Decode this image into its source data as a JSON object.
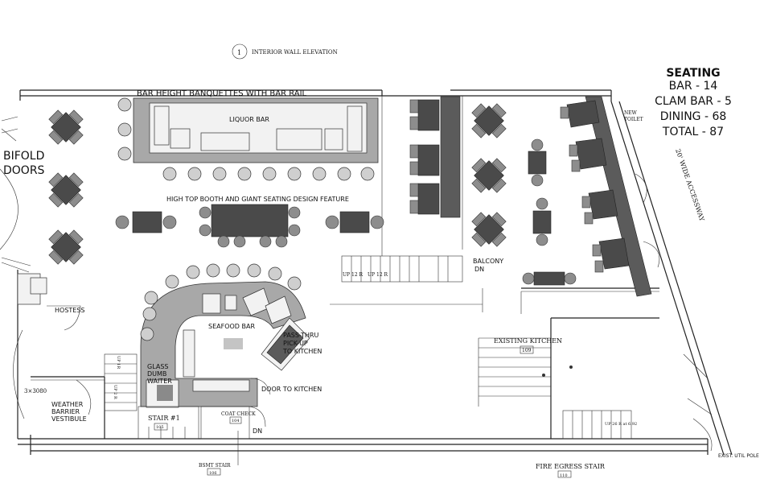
{
  "header": {
    "elevation_number": "1",
    "elevation_title": "INTERIOR WALL ELEVATION"
  },
  "seating": {
    "title": "SEATING",
    "lines": [
      "BAR - 14",
      "CLAM BAR - 5",
      "DINING - 68",
      "TOTAL - 87"
    ]
  },
  "labels": {
    "banquettes": "BAR HEIGHT BANQUETTES WITH BAR RAIL",
    "liquor_bar": "LIQUOR BAR",
    "high_top": "HIGH TOP BOOTH AND GIANT SEATING DESIGN FEATURE",
    "bifold_1": "BIFOLD",
    "bifold_2": "DOORS",
    "hostess": "HOSTESS",
    "seafood_bar": "SEAFOOD BAR",
    "pass_thru_1": "PASS-THRU",
    "pass_thru_2": "PICK-UP",
    "pass_thru_3": "TO KITCHEN",
    "glass_1": "GLASS",
    "glass_2": "DUMB",
    "glass_3": "WAITER",
    "door_kitchen": "DOOR TO KITCHEN",
    "weather_1": "WEATHER",
    "weather_2": "BARRIER",
    "weather_3": "VESTIBULE",
    "door_tag": "3×3080",
    "stair1": "STAIR #1",
    "stair1_num": "105",
    "coat_check": "COAT CHECK",
    "coat_check_num": "104",
    "dn": "DN",
    "bsmt_stair": "BSMT STAIR",
    "bsmt_num": "106",
    "balcony": "BALCONY",
    "balcony_dn": "DN",
    "up12_a": "UP 12 R",
    "up12_b": "UP 12 R",
    "up_1r": "UP 1R",
    "up_2r": "UP 2 R",
    "existing_kitchen": "EXISTING KITCHEN",
    "kitchen_num": "109",
    "new_toilet_1": "NEW",
    "new_toilet_2": "TOILET",
    "accessway": "20' WIDE ACCESSWAY",
    "up26": "UP 26 R at 6.92",
    "fire_egress": "FIRE EGRESS STAIR",
    "fire_num": "110",
    "exist_pole": "EXIST. UTIL POLE"
  }
}
